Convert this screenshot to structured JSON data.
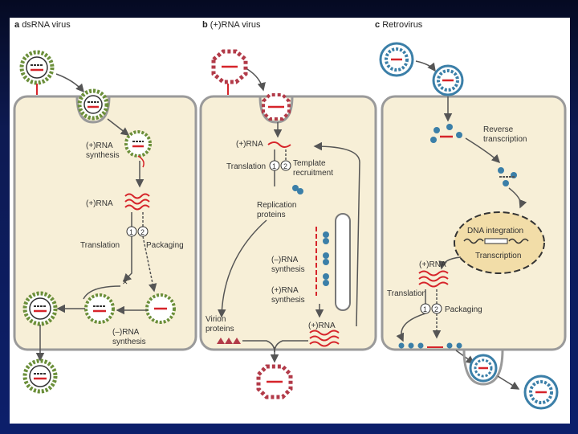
{
  "panels": [
    {
      "letter": "a",
      "title": "dsRNA virus"
    },
    {
      "letter": "b",
      "title": "(+)RNA virus"
    },
    {
      "letter": "c",
      "title": "Retrovirus"
    }
  ],
  "labels_a": {
    "plus_rna_synthesis_1": "(+)RNA",
    "plus_rna_synthesis_2": "synthesis",
    "plus_rna": "(+)RNA",
    "step1": "1",
    "step2": "2",
    "translation": "Translation",
    "packaging": "Packaging",
    "minus_rna_synthesis_1": "(–)RNA",
    "minus_rna_synthesis_2": "synthesis"
  },
  "labels_b": {
    "plus_rna_top": "(+)RNA",
    "translation": "Translation",
    "step1": "1",
    "step2": "2",
    "template_1": "Template",
    "template_2": "recruitment",
    "replication_1": "Replication",
    "replication_2": "proteins",
    "minus_synth_1": "(–)RNA",
    "minus_synth_2": "synthesis",
    "plus_synth_1": "(+)RNA",
    "plus_synth_2": "synthesis",
    "virion_1": "Virion",
    "virion_2": "proteins",
    "plus_rna_bottom": "(+)RNA"
  },
  "labels_c": {
    "reverse_1": "Reverse",
    "reverse_2": "transcription",
    "dna_integration": "DNA integration",
    "transcription": "Transcription",
    "plus_rna": "(+)RNA",
    "translation": "Translation",
    "step1": "1",
    "step2": "2",
    "packaging": "Packaging"
  },
  "colors": {
    "cell_fill": "#f7efd7",
    "cell_stroke": "#9a9a9a",
    "rna_red": "#d6242a",
    "capsid_dark": "#333333",
    "retro_blue": "#3b7fa8",
    "triangle_red": "#b23a48",
    "nucleus_fill": "#f2dda8"
  }
}
